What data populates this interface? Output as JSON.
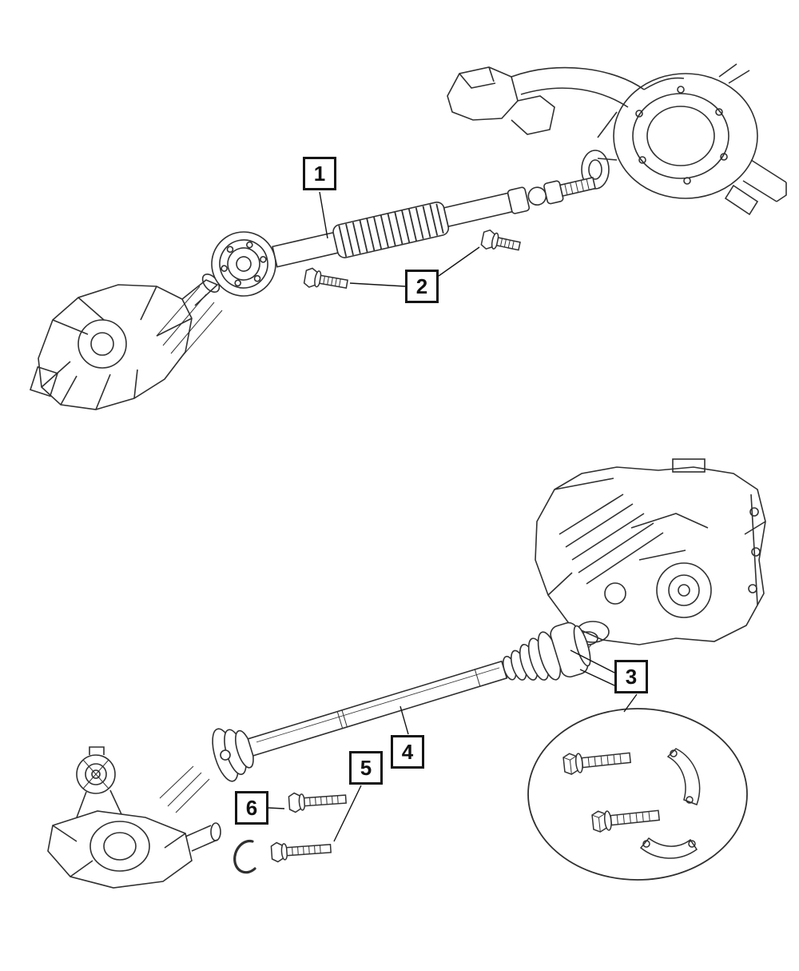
{
  "callouts": [
    {
      "label": "1"
    },
    {
      "label": "2"
    },
    {
      "label": "3"
    },
    {
      "label": "4"
    },
    {
      "label": "5"
    },
    {
      "label": "6"
    }
  ],
  "colors": {
    "line": "#2f2f2f",
    "callout_border": "#141414",
    "background": "#ffffff"
  }
}
